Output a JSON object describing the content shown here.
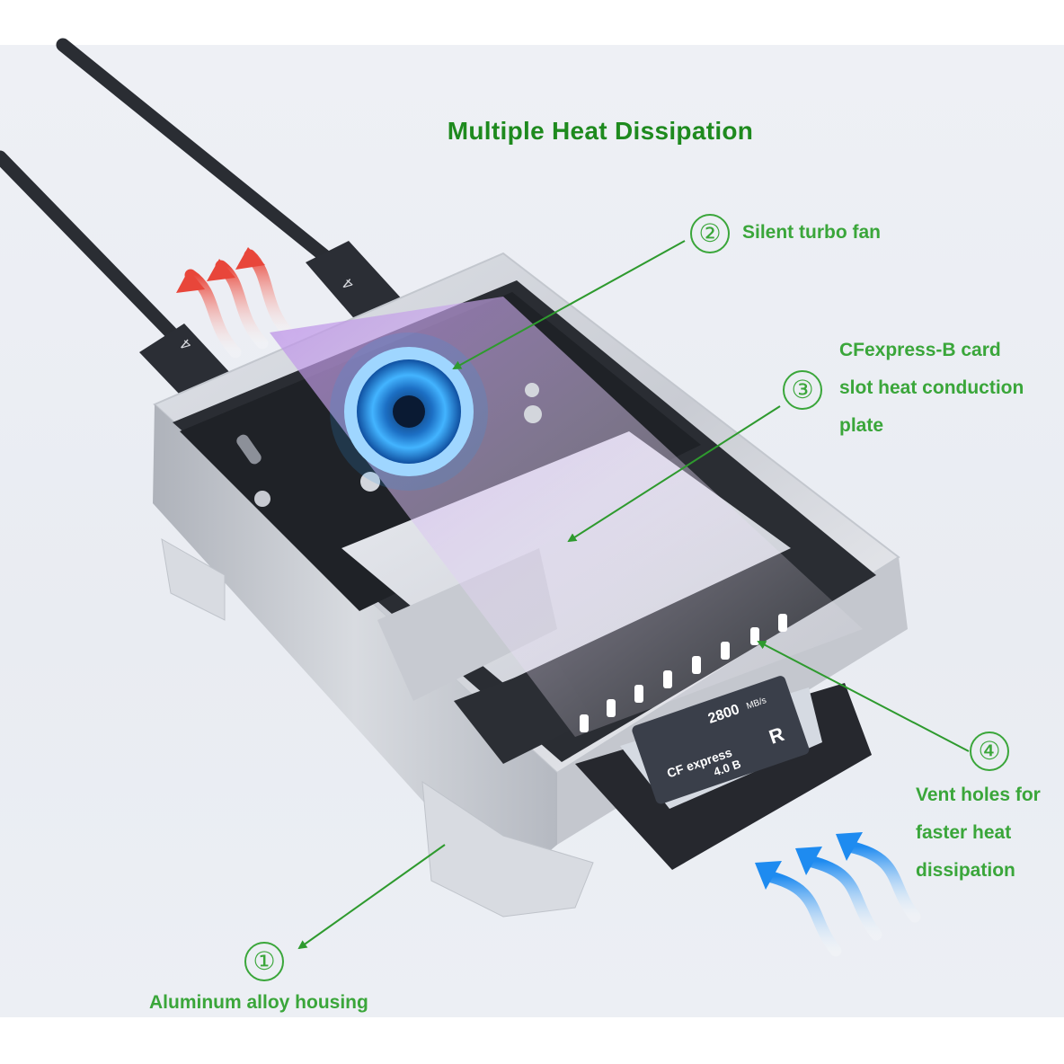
{
  "title": "Multiple Heat Dissipation",
  "callouts": [
    {
      "number": "①",
      "label_lines": [
        "Aluminum alloy housing"
      ]
    },
    {
      "number": "②",
      "label_lines": [
        "Silent turbo fan"
      ]
    },
    {
      "number": "③",
      "label_lines": [
        "CFexpress-B card",
        "slot heat conduction",
        "plate"
      ]
    },
    {
      "number": "④",
      "label_lines": [
        "Vent holes for",
        "faster heat",
        "dissipation"
      ]
    }
  ],
  "product": {
    "cable_marking": "4",
    "card_speed": "2800",
    "card_speed_unit": "MB/s",
    "card_brand_logo": "CF express",
    "card_type": "4.0 B",
    "card_badge": "R"
  },
  "colors": {
    "callout_green": "#3aa63a",
    "title_green": "#1e8a1e",
    "hot_air_red": "#e8463a",
    "cool_air_blue": "#1e8bf0",
    "fan_blue": "#2a9cf0"
  }
}
